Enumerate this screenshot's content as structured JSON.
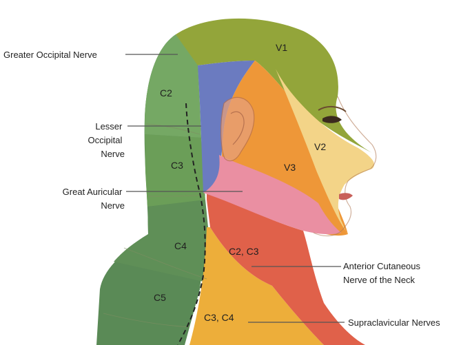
{
  "regions": [
    {
      "id": "v1",
      "label": "V1",
      "color": "#93a53a"
    },
    {
      "id": "v2",
      "label": "V2",
      "color": "#f3d488"
    },
    {
      "id": "v3",
      "label": "V3",
      "color": "#ee9738"
    },
    {
      "id": "c2",
      "label": "C2",
      "color": "#75a864"
    },
    {
      "id": "c3",
      "label": "C3",
      "color": "#6b9e58"
    },
    {
      "id": "c4",
      "label": "C4",
      "color": "#5f8f57"
    },
    {
      "id": "c5",
      "label": "C5",
      "color": "#5a8a56"
    },
    {
      "id": "c2c3",
      "label": "C2, C3",
      "color": "#e0614a"
    },
    {
      "id": "c3c4",
      "label": "C3, C4",
      "color": "#edae3a"
    },
    {
      "id": "lesser-occipital-area",
      "color": "#6b7bc0"
    },
    {
      "id": "great-auricular-area",
      "color": "#ea8fa2"
    }
  ],
  "nerves": {
    "greater_occipital": "Greater Occipital Nerve",
    "lesser_occipital": [
      "Lesser",
      "Occipital",
      "Nerve"
    ],
    "great_auricular": [
      "Great Auricular",
      "Nerve"
    ],
    "anterior_cutaneous": [
      "Anterior Cutaneous",
      "Nerve of the Neck"
    ],
    "supraclavicular": "Supraclavicular Nerves"
  },
  "colors": {
    "leader": "#555555",
    "dashed_boundary": "#222222",
    "eye": "#3b2a1e",
    "lips": "#c8605a"
  }
}
